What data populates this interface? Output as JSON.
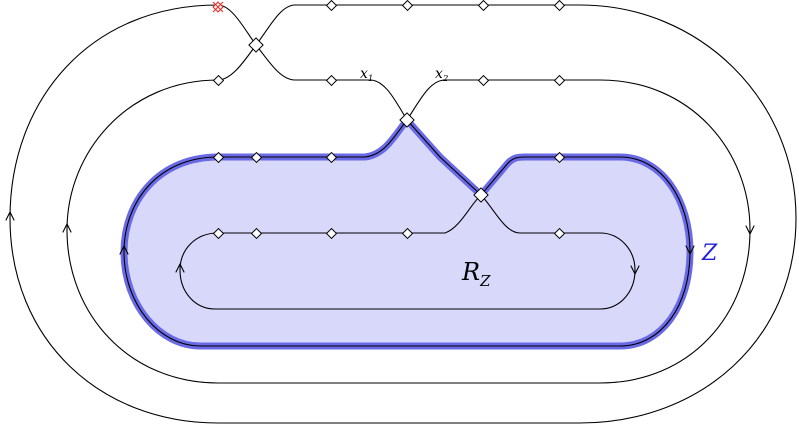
{
  "labels": {
    "x1": {
      "base": "x",
      "sub": "1"
    },
    "x2": {
      "base": "x",
      "sub": "2"
    },
    "region": {
      "base": "R",
      "sub": "Z"
    },
    "boundary": "Z"
  },
  "colors": {
    "region_fill": "#d8d8fb",
    "boundary_stroke": "#6a6ae6",
    "boundary_label": "#2020dd",
    "marked_vertex": "#e53935"
  }
}
